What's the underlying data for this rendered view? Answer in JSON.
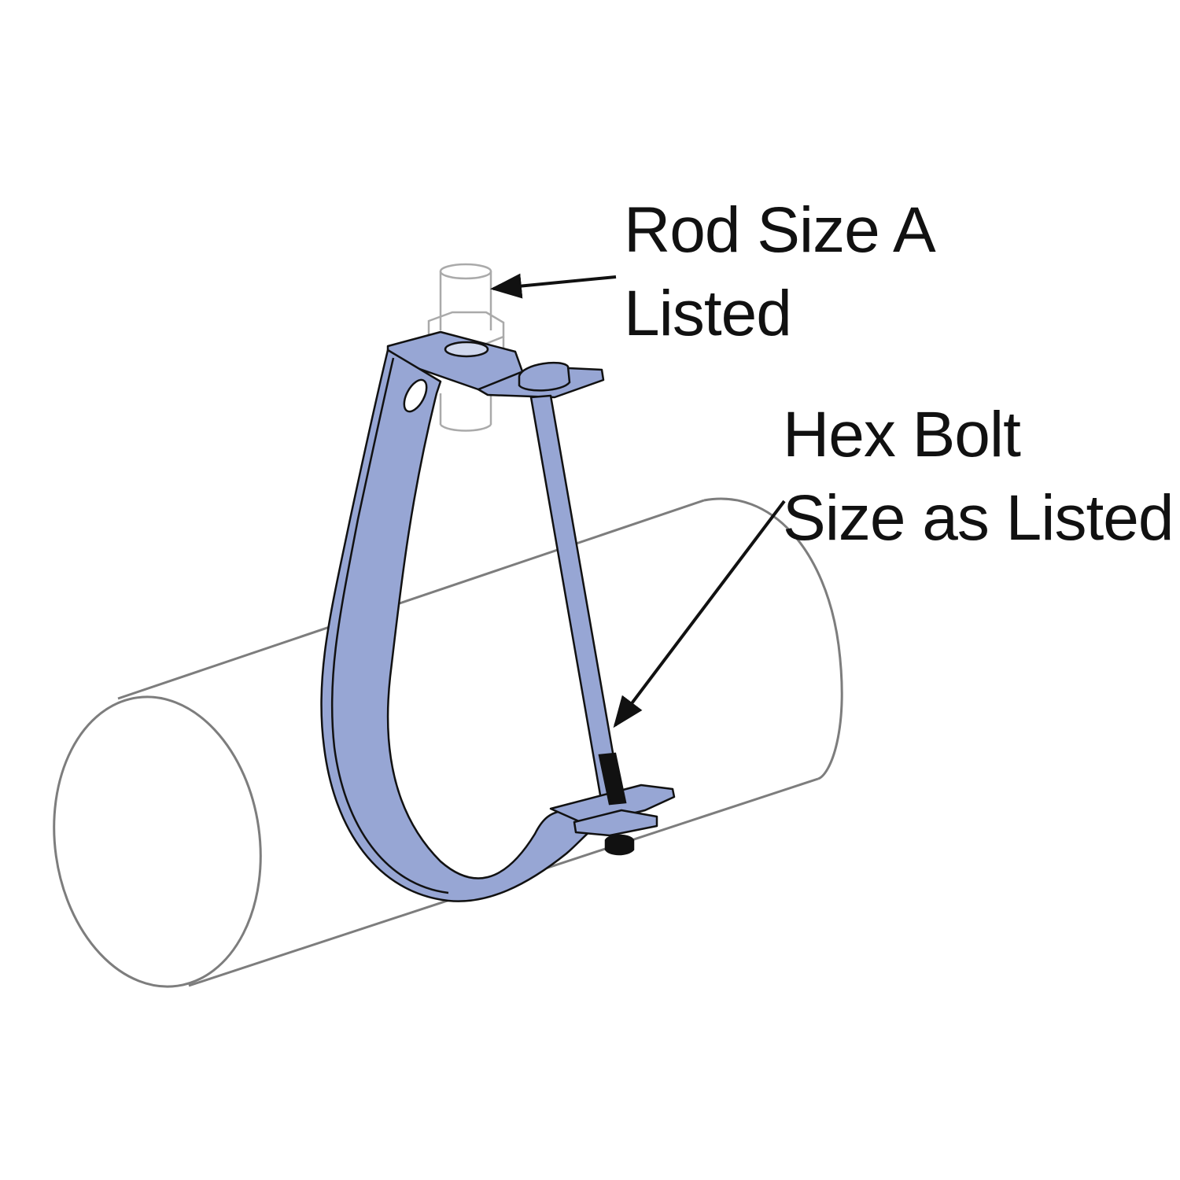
{
  "callouts": {
    "rod": {
      "line1": "Rod Size A",
      "line2": "Listed"
    },
    "bolt": {
      "line1": "Hex Bolt",
      "line2": "Size as Listed"
    }
  },
  "colors": {
    "hanger_fill": "#97a6d4",
    "outline": "#111111",
    "pipe_stroke": "#7d7d7d",
    "hardware_stroke": "#aaaaaa"
  },
  "icons": [
    "pipe",
    "clevis-hanger",
    "threaded-rod",
    "hex-nut",
    "hex-bolt"
  ]
}
